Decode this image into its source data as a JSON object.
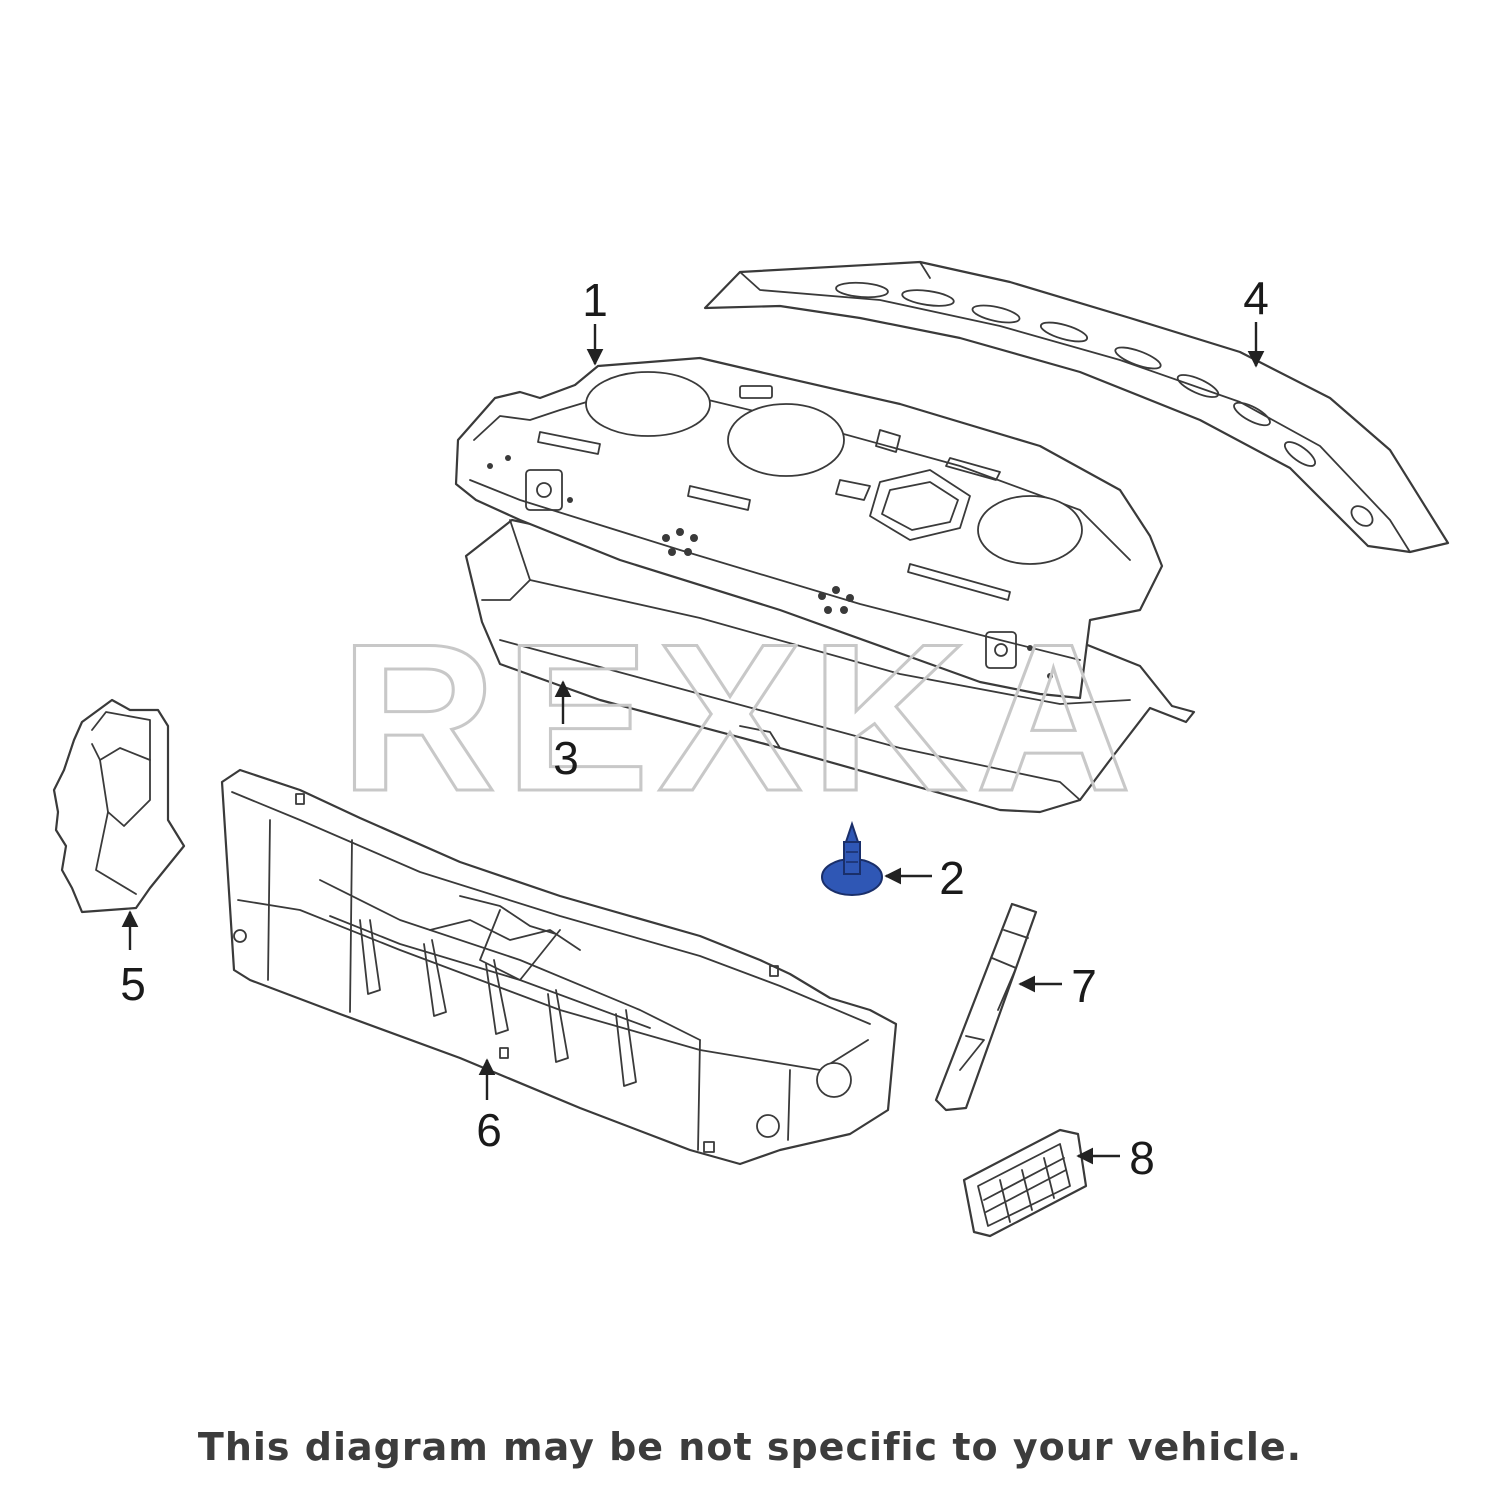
{
  "diagram": {
    "watermark": "REXKA",
    "callouts": [
      {
        "id": "1",
        "label": "1"
      },
      {
        "id": "2",
        "label": "2"
      },
      {
        "id": "3",
        "label": "3"
      },
      {
        "id": "4",
        "label": "4"
      },
      {
        "id": "5",
        "label": "5"
      },
      {
        "id": "6",
        "label": "6"
      },
      {
        "id": "7",
        "label": "7"
      },
      {
        "id": "8",
        "label": "8"
      }
    ],
    "colors": {
      "line": "#3a3a3a",
      "highlight_part": "#2f57b5",
      "watermark": "#c8c8c8"
    },
    "highlighted_callout": "2"
  },
  "disclaimer": "This diagram may be not specific to your vehicle."
}
